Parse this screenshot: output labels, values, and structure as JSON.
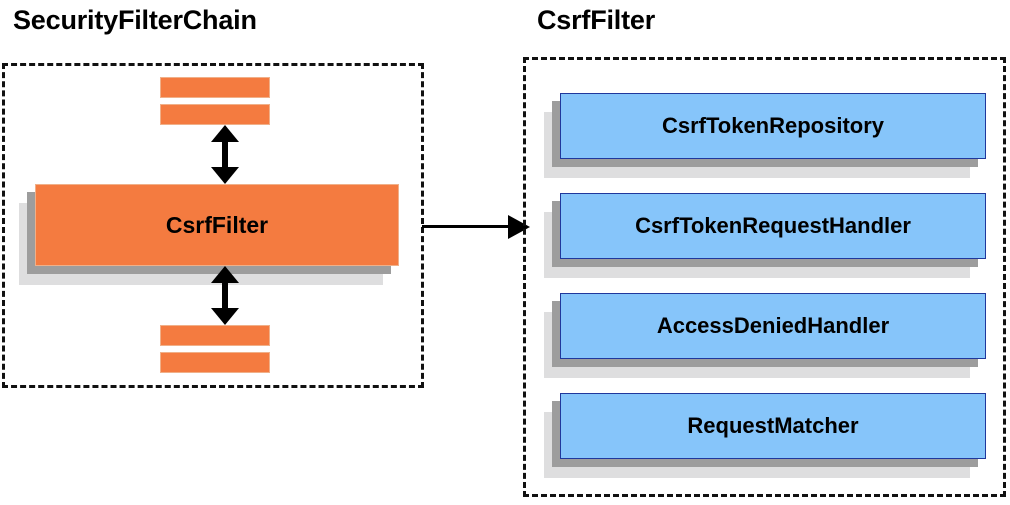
{
  "diagram": {
    "left_panel": {
      "title": "SecurityFilterChain",
      "main_box": {
        "label": "CsrfFilter",
        "color": "#f47b40"
      },
      "stripes_above": 2,
      "stripes_below": 2,
      "arrow_up_label": "",
      "arrow_down_label": ""
    },
    "connector": {
      "direction": "left-to-right",
      "color": "#000000"
    },
    "right_panel": {
      "title": "CsrfFilter",
      "box_color": "#86c5fa",
      "box_border_color": "#20389c",
      "items": [
        {
          "label": "CsrfTokenRepository"
        },
        {
          "label": "CsrfTokenRequestHandler"
        },
        {
          "label": "AccessDeniedHandler"
        },
        {
          "label": "RequestMatcher"
        }
      ]
    },
    "palette": {
      "orange": "#f47b40",
      "orange_border": "#f0b089",
      "blue": "#86c5fa",
      "blue_border": "#20389c",
      "shadow_dark": "#9d9d9d",
      "shadow_light": "#dededf",
      "panel_border": "#111111",
      "background": "#ffffff",
      "text": "#000000"
    }
  }
}
